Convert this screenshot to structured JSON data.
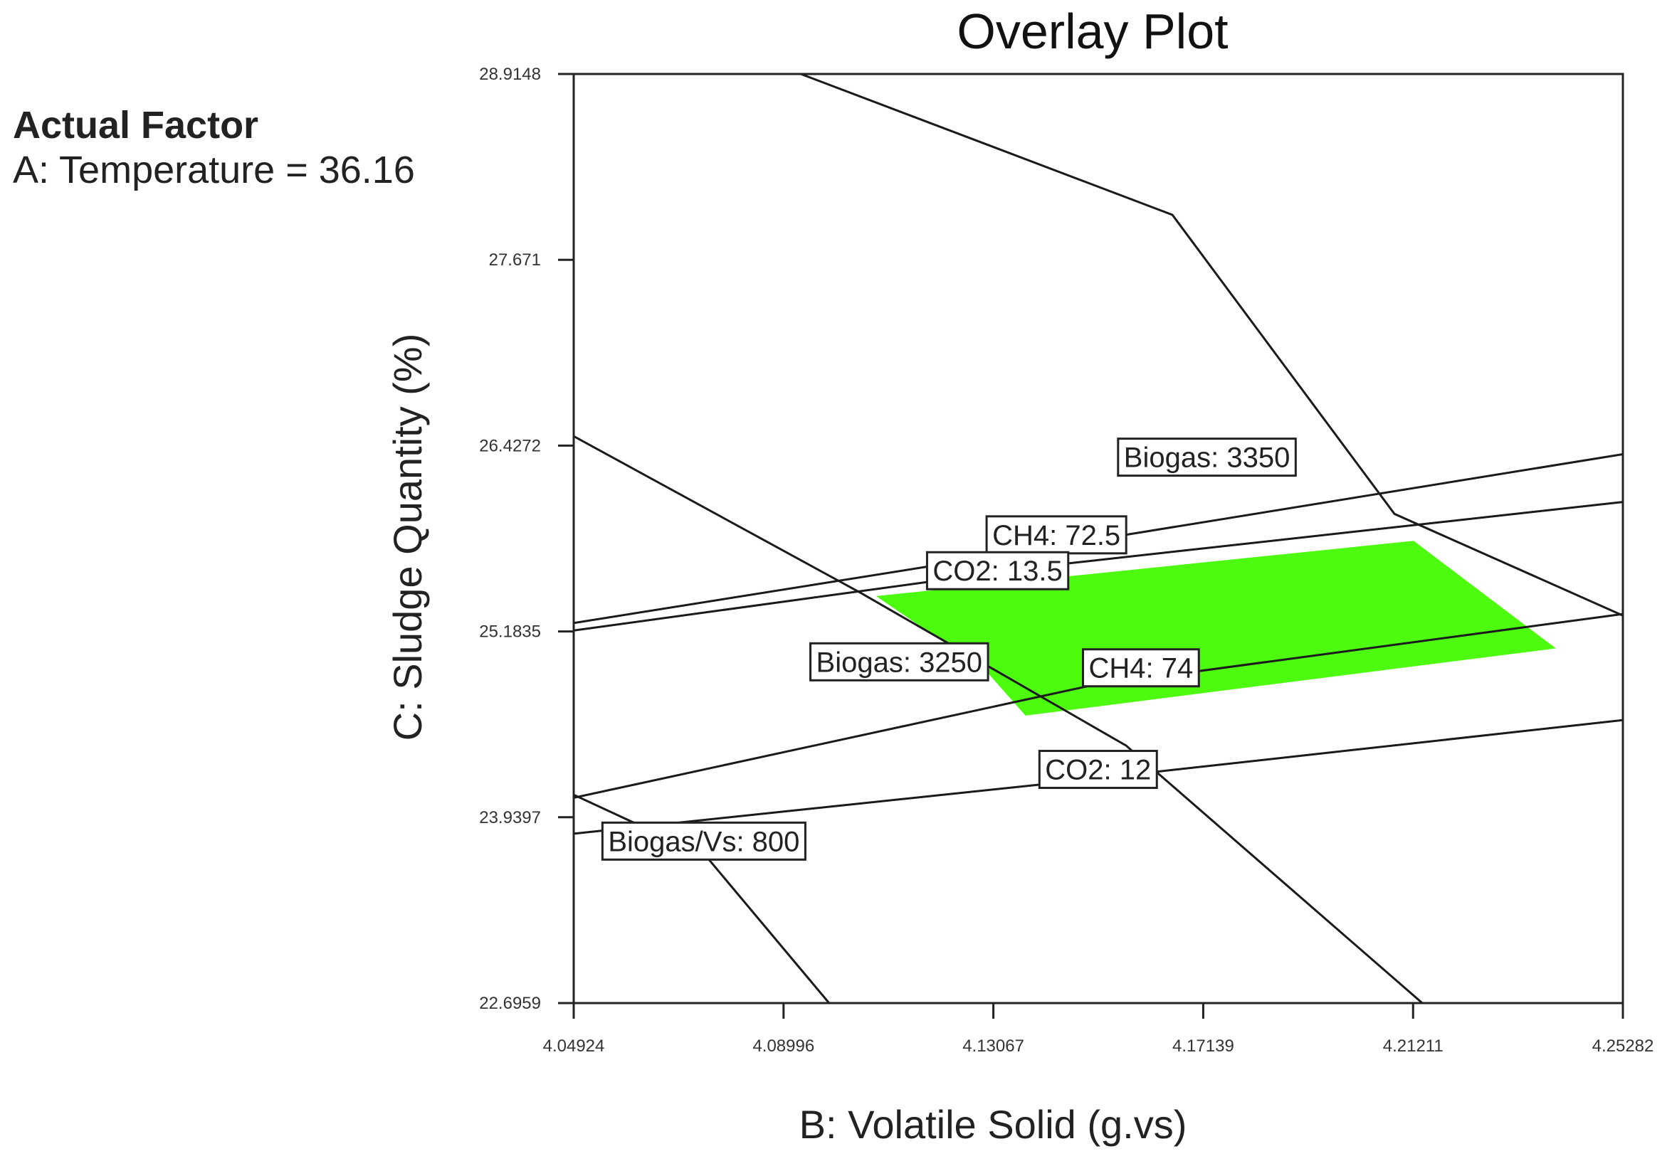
{
  "factor_info": {
    "heading": "Actual Factor",
    "value_text": "A: Temperature = 36.16"
  },
  "chart_data": {
    "type": "contour-overlay",
    "title": "Overlay Plot",
    "xlabel": "B: Volatile Solid (g.vs)",
    "ylabel": "C: Sludge Quantity (%)",
    "xlim": [
      4.04924,
      4.25282
    ],
    "ylim": [
      22.6959,
      28.9148
    ],
    "x_ticks": [
      {
        "value": 4.04924,
        "label": "4.04924"
      },
      {
        "value": 4.08996,
        "label": "4.08996"
      },
      {
        "value": 4.13067,
        "label": "4.13067"
      },
      {
        "value": 4.17139,
        "label": "4.17139"
      },
      {
        "value": 4.21211,
        "label": "4.21211"
      },
      {
        "value": 4.25282,
        "label": "4.25282"
      }
    ],
    "y_ticks": [
      {
        "value": 22.6959,
        "label": "22.6959"
      },
      {
        "value": 23.9397,
        "label": "23.9397"
      },
      {
        "value": 25.1835,
        "label": "25.1835"
      },
      {
        "value": 26.4272,
        "label": "26.4272"
      },
      {
        "value": 27.671,
        "label": "27.671"
      },
      {
        "value": 28.9148,
        "label": "28.9148"
      }
    ],
    "grid": false,
    "feasible_region": {
      "color": "#4dfb0e",
      "points": [
        [
          4.1079,
          25.42
        ],
        [
          4.2122,
          25.79
        ],
        [
          4.2398,
          25.07
        ],
        [
          4.1369,
          24.62
        ],
        [
          4.1292,
          24.92
        ]
      ]
    },
    "contours": [
      {
        "label": "Biogas: 3350",
        "points": [
          [
            4.0933,
            28.9148
          ],
          [
            4.1654,
            27.972
          ],
          [
            4.2085,
            25.97
          ],
          [
            4.25282,
            25.29
          ]
        ],
        "label_at": [
          4.1721,
          26.35
        ]
      },
      {
        "label": "Biogas: 3250",
        "points": [
          [
            4.04924,
            26.49
          ],
          [
            4.105,
            25.44
          ],
          [
            4.1564,
            24.42
          ],
          [
            4.2139,
            22.6959
          ]
        ],
        "label_at": [
          4.1124,
          24.98
        ]
      },
      {
        "label": "CH4: 72.5",
        "points": [
          [
            4.04924,
            25.24
          ],
          [
            4.1402,
            25.74
          ],
          [
            4.25282,
            26.37
          ]
        ],
        "label_at": [
          4.1429,
          25.83
        ]
      },
      {
        "label": "CO2: 13.5",
        "points": [
          [
            4.04924,
            25.19
          ],
          [
            4.1402,
            25.62
          ],
          [
            4.25282,
            26.05
          ]
        ],
        "label_at": [
          4.1315,
          25.59
        ]
      },
      {
        "label": "CH4: 74",
        "points": [
          [
            4.04924,
            24.07
          ],
          [
            4.1494,
            24.82
          ],
          [
            4.25282,
            25.3
          ]
        ],
        "label_at": [
          4.1593,
          24.94
        ]
      },
      {
        "label": "CO2: 12",
        "points": [
          [
            4.04924,
            23.83
          ],
          [
            4.1402,
            24.16
          ],
          [
            4.25282,
            24.59
          ]
        ],
        "label_at": [
          4.151,
          24.26
        ]
      },
      {
        "label": "Biogas/Vs: 800",
        "points": [
          [
            4.04924,
            24.09
          ],
          [
            4.0749,
            23.68
          ],
          [
            4.0988,
            22.6959
          ]
        ],
        "label_at": [
          4.0745,
          23.78
        ]
      }
    ]
  }
}
